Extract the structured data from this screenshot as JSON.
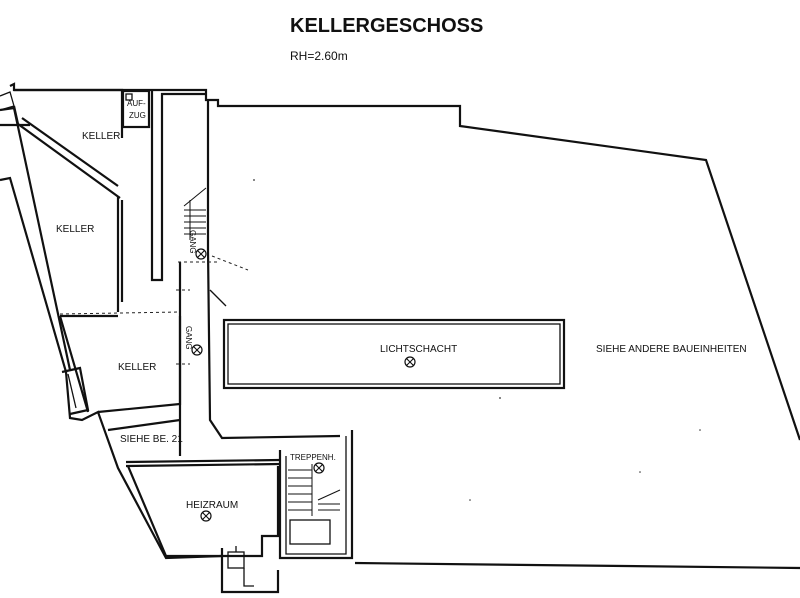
{
  "plan": {
    "title": "KELLERGESCHOSS",
    "room_height": "RH=2.60m",
    "rooms": {
      "keller_1": "KELLER",
      "keller_2": "KELLER",
      "keller_3": "KELLER",
      "aufzug_line1": "AUF-",
      "aufzug_line2": "ZUG",
      "gang_1": "GANG",
      "gang_2": "GANG",
      "lichtschacht": "LICHTSCHACHT",
      "andere_baueinheiten": "SIEHE ANDERE BAUEINHEITEN",
      "siehe_be": "SIEHE BE. 21",
      "treppenhaus": "TREPPENH.",
      "heizraum": "HEIZRAUM"
    },
    "colors": {
      "ink": "#111111",
      "paper": "#ffffff"
    }
  }
}
